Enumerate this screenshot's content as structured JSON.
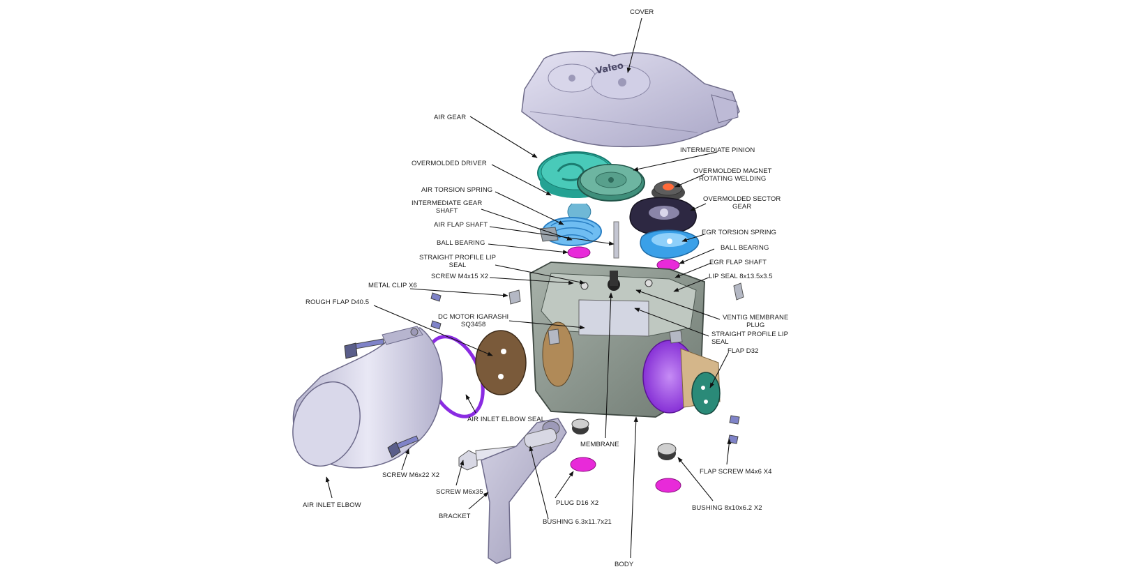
{
  "labels": {
    "cover": "COVER",
    "air_gear": "AIR GEAR",
    "intermediate_pinion": "INTERMEDIATE PINION",
    "overmolded_driver": "OVERMOLDED DRIVER",
    "overmolded_magnet_1": "OVERMOLDED MAGNET",
    "overmolded_magnet_2": "ROTATING WELDING",
    "air_torsion_spring": "AIR TORSION SPRING",
    "overmolded_sector_1": "OVERMOLDED SECTOR",
    "overmolded_sector_2": "GEAR",
    "intermediate_gear_1": "INTERMEDIATE GEAR",
    "intermediate_gear_2": "SHAFT",
    "air_flap_shaft": "AIR FLAP SHAFT",
    "egr_torsion_spring": "EGR TORSION SPRING",
    "ball_bearing_left": "BALL BEARING",
    "ball_bearing_right": "BALL BEARING",
    "straight_lip_seal_1": "STRAIGHT PROFILE LIP",
    "straight_lip_seal_2": "SEAL",
    "egr_flap_shaft": "EGR FLAP SHAFT",
    "screw_m4x15": "SCREW M4x15 X2",
    "lip_seal": "LIP SEAL 8x13.5x3.5",
    "metal_clip": "METAL CLIP X6",
    "rough_flap": "ROUGH FLAP D40.5",
    "dc_motor_1": "DC MOTOR IGARASHI",
    "dc_motor_2": "SQ3458",
    "ventig_membrane_1": "VENTIG MEMBRANE",
    "ventig_membrane_2": "PLUG",
    "straight_lip_seal_r1": "STRAIGHT PROFILE LIP",
    "straight_lip_seal_r2": "SEAL",
    "flap_d32": "FLAP D32",
    "air_inlet_elbow_seal": "AIR INLET ELBOW SEAL",
    "membrane": "MEMBRANE",
    "screw_m6x22": "SCREW M6x22 X2",
    "flap_screw": "FLAP SCREW M4x6 X4",
    "screw_m6x35": "SCREW M6x35",
    "plug_d16": "PLUG D16 X2",
    "air_inlet_elbow": "AIR INLET ELBOW",
    "bushing_8x10": "BUSHING 8x10x6.2 X2",
    "bracket": "BRACKET",
    "bushing_6_3": "BUSHING 6.3x11.7x21",
    "body": "BODY",
    "cover_brand": "Valeo"
  },
  "colors": {
    "housing": "#8e9a92",
    "cover": "#c9c6e0",
    "teal_gear": "#2fb8a8",
    "green_gear": "#4f9a86",
    "blue_spring": "#3aa0e8",
    "magenta": "#e82ad9",
    "purple_seal": "#8a2be2",
    "flap_brown": "#7a5a3a",
    "elbow": "#c8c6dc"
  }
}
